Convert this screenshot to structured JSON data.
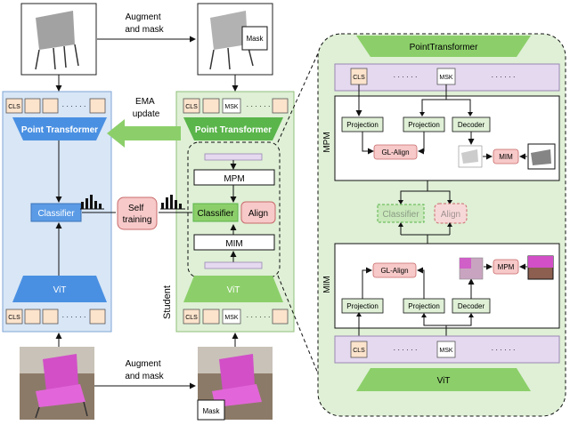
{
  "top_left_caption": "Augment\nand mask",
  "bottom_caption": "Augment\nand mask",
  "mask_label": "Mask",
  "ema_label": "EMA\nupdate",
  "self_training_label": "Self\ntraining",
  "student_label": "Student",
  "teacher": {
    "token_cls": "CLS",
    "dots": "· · · · · ·",
    "point_transformer": "Point Transformer",
    "classifier": "Classifier",
    "vit": "ViT"
  },
  "student": {
    "token_cls": "CLS",
    "token_msk": "MSK",
    "point_transformer": "Point Transformer",
    "mpm": "MPM",
    "classifier": "Classifier",
    "align": "Align",
    "mim": "MIM",
    "vit": "ViT"
  },
  "detail": {
    "point_transformer": "PointTransformer",
    "vit": "ViT",
    "cls": "CLS",
    "msk": "MSK",
    "mpm_side": "MPM",
    "mim_side": "MIM",
    "projection": "Projection",
    "decoder": "Decoder",
    "gl_align": "GL-Align",
    "mim_box": "MIM",
    "mpm_box": "MPM",
    "classifier_ghost": "Classifier",
    "align_ghost": "Align"
  },
  "colors": {
    "teacher_bg": "#d8e6f6",
    "student_bg": "#dff0d6",
    "detail_bg": "#dff0d6",
    "green_trap": "#8ccf6a",
    "blue_trap": "#4a90e2",
    "pink": "#f7c9c9",
    "token": "#fce3cc",
    "purple": "#e5d9f0"
  }
}
